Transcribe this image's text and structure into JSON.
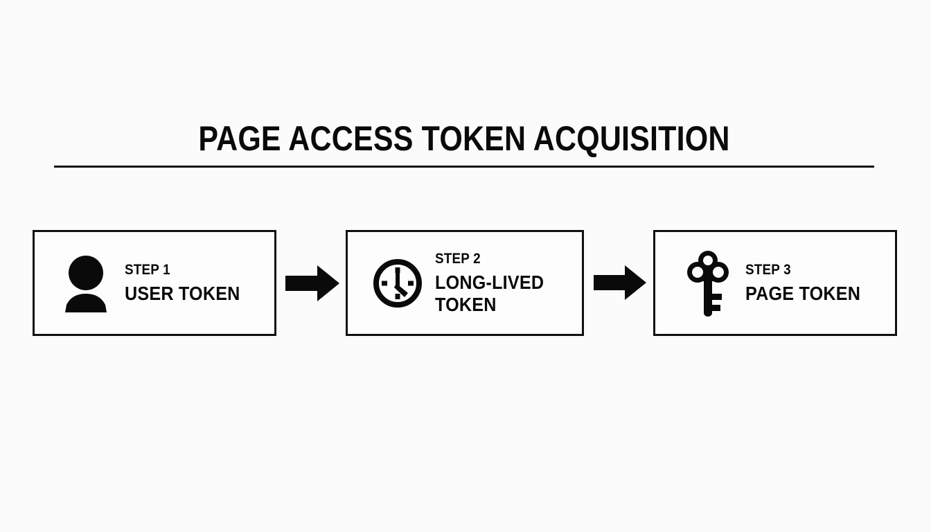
{
  "page": {
    "title": "PAGE ACCESS TOKEN ACQUISITION",
    "background_color": "#fbfbfc",
    "ink_color": "#111111"
  },
  "diagram": {
    "type": "process-flow",
    "orientation": "horizontal",
    "steps": [
      {
        "label": "STEP 1",
        "name": "USER TOKEN",
        "icon": "person-icon"
      },
      {
        "label": "STEP 2",
        "name": "LONG-LIVED TOKEN",
        "icon": "clock-icon"
      },
      {
        "label": "STEP 3",
        "name": "PAGE TOKEN",
        "icon": "key-icon"
      }
    ],
    "connectors": [
      {
        "name": "arrow-1",
        "direction": "right"
      },
      {
        "name": "arrow-2",
        "direction": "right"
      }
    ]
  }
}
